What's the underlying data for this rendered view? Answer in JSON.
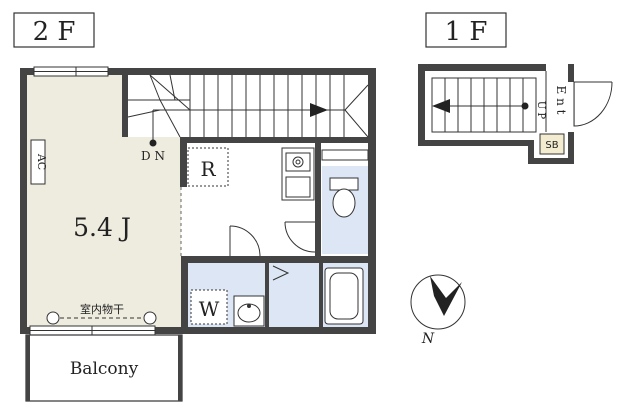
{
  "floors": {
    "second": {
      "title": "2 F",
      "rooms": {
        "living_size": "5.4 J",
        "aircon": "AC",
        "stairs_direction": "D N",
        "refrigerator": "R",
        "washer": "W",
        "drying_rod": "室内物干",
        "balcony": "Balcony"
      }
    },
    "first": {
      "title": "1 F",
      "stairs_direction": "U P",
      "entrance": "E n t",
      "breaker_box": "SB"
    }
  },
  "compass": {
    "north_label": "N"
  },
  "colors": {
    "wall": "#444444",
    "living_floor": "#eeebdf",
    "wet_area": "#dde6f4",
    "line": "#333333"
  }
}
